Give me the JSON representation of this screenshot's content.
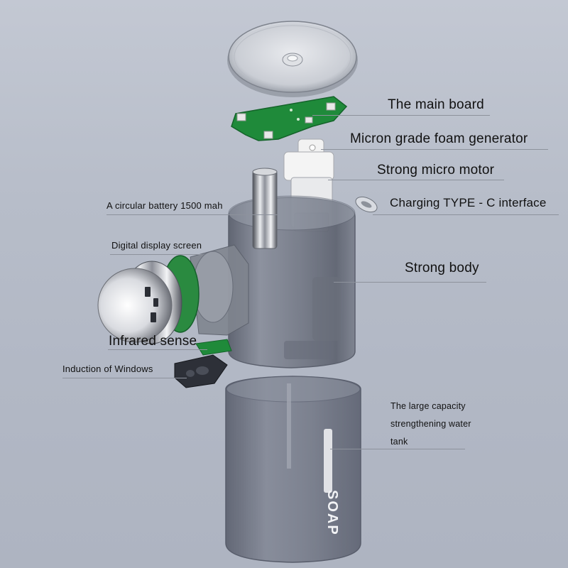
{
  "labels": {
    "main_board": "The main board",
    "foam_generator": "Micron grade foam generator",
    "micro_motor": "Strong micro motor",
    "battery": "A circular battery 1500 mah",
    "charging": "Charging TYPE - C interface",
    "display": "Digital display screen",
    "body": "Strong body",
    "infrared": "Infrared sense",
    "induction": "Induction of Windows",
    "tank_line1": "The large capacity",
    "tank_line2": "strengthening water",
    "tank_line3": "tank"
  },
  "product_print": "SOAP",
  "colors": {
    "pcb_green": "#1f8a3a",
    "shell": "#6e7381",
    "tank": "#747a88",
    "label_text": "#111111"
  }
}
